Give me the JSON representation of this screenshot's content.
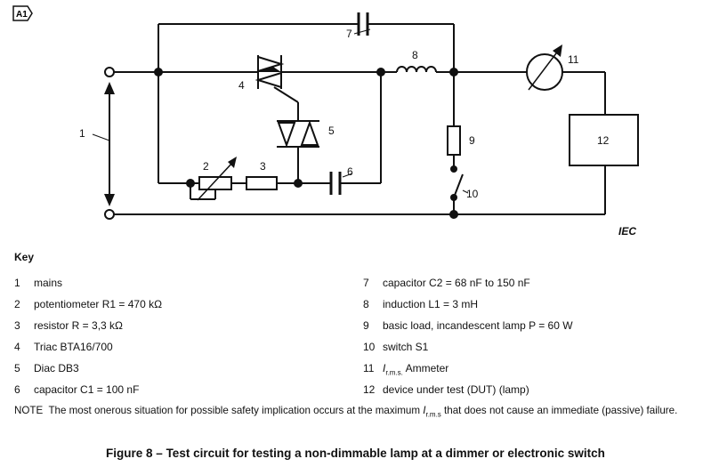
{
  "amendment_mark": "A1",
  "diagram": {
    "labels": {
      "l1": "1",
      "l2": "2",
      "l3": "3",
      "l4": "4",
      "l5": "5",
      "l6": "6",
      "l7": "7",
      "l8": "8",
      "l9": "9",
      "l10": "10",
      "l11": "11",
      "l12": "12"
    },
    "iec": "IEC"
  },
  "key": {
    "title": "Key",
    "left": [
      {
        "num": "1",
        "label": "mains"
      },
      {
        "num": "2",
        "label": "potentiometer R1 = 470 kΩ"
      },
      {
        "num": "3",
        "label": "resistor R = 3,3 kΩ"
      },
      {
        "num": "4",
        "label": "Triac BTA16/700"
      },
      {
        "num": "5",
        "label": "Diac DB3"
      },
      {
        "num": "6",
        "label": "capacitor C1 = 100 nF"
      }
    ],
    "right": [
      {
        "num": "7",
        "label": "capacitor C2 = 68 nF to 150 nF"
      },
      {
        "num": "8",
        "label": "induction L1 = 3 mH"
      },
      {
        "num": "9",
        "label": "basic load, incandescent lamp P = 60 W"
      },
      {
        "num": "10",
        "label": "switch S1"
      },
      {
        "num": "11",
        "label_sym": "I",
        "label_sub": "r.m.s.",
        "label_rest": " Ammeter"
      },
      {
        "num": "12",
        "label": "device under test (DUT) (lamp)"
      }
    ]
  },
  "note": {
    "prefix": "NOTE",
    "text_a": "  The most onerous situation for possible safety implication occurs at the maximum ",
    "sym": "I",
    "sub": "r.m.s",
    "text_b": " that does not cause an immediate (passive) failure."
  },
  "caption": "Figure 8 – Test circuit for testing a non-dimmable lamp at a dimmer or electronic switch"
}
